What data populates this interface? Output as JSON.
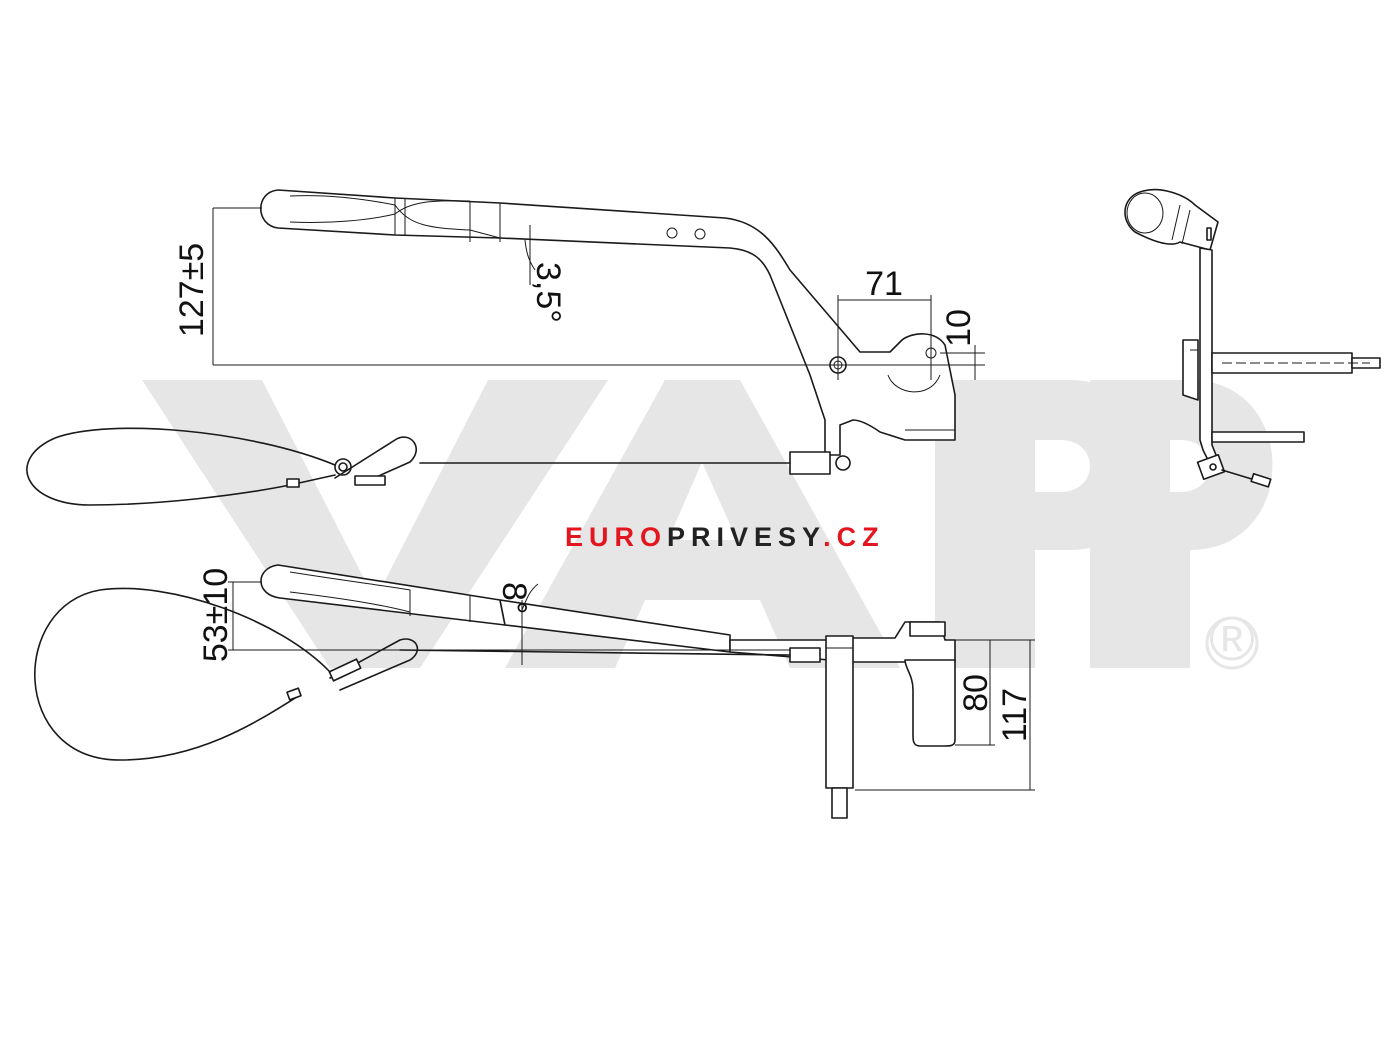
{
  "watermark": {
    "brand": "VAPP",
    "registered_mark": "®",
    "site_part1": "EURO",
    "site_part2": "PRIVESY",
    "site_part3": ".CZ",
    "color_watermark": "#e6e6e6",
    "color_red": "#e3161f",
    "color_dark": "#222222"
  },
  "dimensions": {
    "handle_height": "127±5",
    "angle_top": "3,5°",
    "pivot_offset": "71",
    "pivot_height": "10",
    "handle_offset_bottom": "53±10",
    "angle_bottom": "8°",
    "bracket_height": "80",
    "total_height": "117"
  }
}
